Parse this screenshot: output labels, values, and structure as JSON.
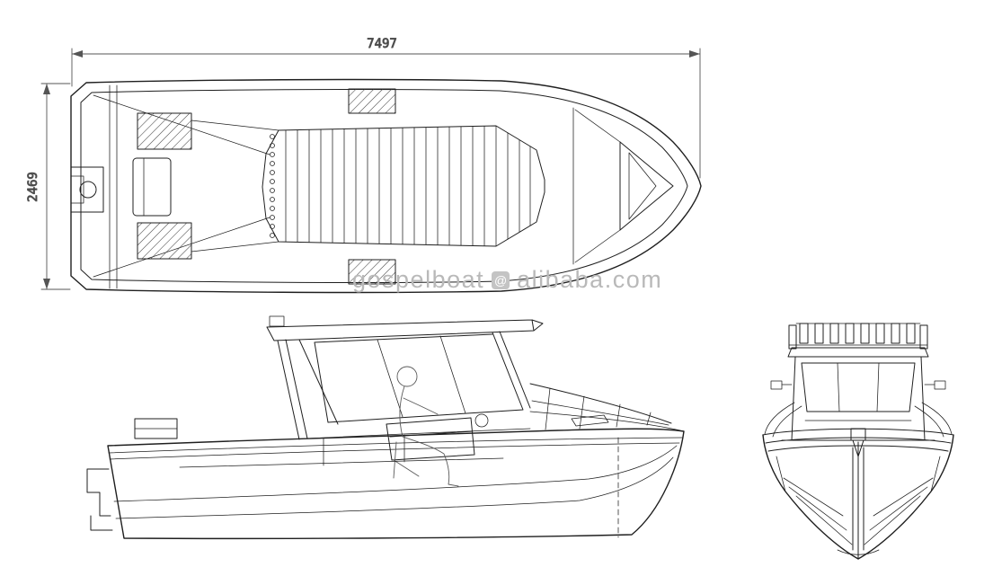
{
  "page": {
    "background": "#ffffff"
  },
  "drawing": {
    "stroke_color": "#1f1f1f",
    "dimension_color": "#555555",
    "hatch_color": "#444444"
  },
  "dimensions": {
    "length_label": "7497",
    "beam_label": "2469"
  },
  "watermark": {
    "brand": "gospelboat",
    "at": "@",
    "site": "alibaba.com",
    "color": "#b9b9b9"
  }
}
